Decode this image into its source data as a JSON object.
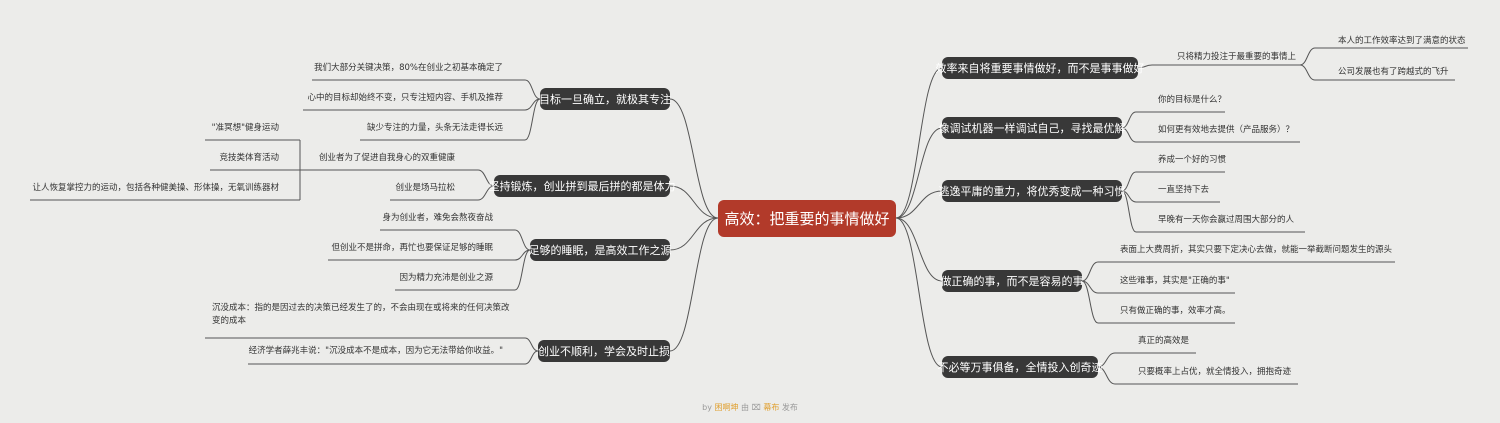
{
  "root": "高效：把重要的事情做好",
  "left": [
    {
      "label": "目标一旦确立，就极其专注",
      "children": [
        "我们大部分关键决策，80%在创业之初基本确定了",
        "心中的目标却始终不变，只专注短内容、手机及推荐",
        "缺少专注的力量，头条无法走得长远"
      ]
    },
    {
      "label": "坚持锻炼，创业拼到最后拼的都是体力",
      "children": [
        "创业者为了促进自我身心的双重健康",
        "创业是场马拉松"
      ],
      "grandchildren": [
        "\"准冥想\"健身运动",
        "竞技类体育活动",
        "让人恢复掌控力的运动，包括各种健美操、形体操，无氧训练器材"
      ]
    },
    {
      "label": "足够的睡眠，是高效工作之源",
      "children": [
        "身为创业者，难免会熬夜奋战",
        "但创业不是拼命，再忙也要保证足够的睡眠",
        "因为精力充沛是创业之源"
      ]
    },
    {
      "label": "创业不顺利，学会及时止损",
      "children": [
        "沉没成本：指的是因过去的决策已经发生了的，不会由现在或将来的任何决策改变的成本",
        "经济学者薛兆丰说：\"沉没成本不是成本，因为它无法带给你收益。\""
      ]
    }
  ],
  "right": [
    {
      "label": "效率来自将重要事情做好，而不是事事做好",
      "children": [
        "只将精力投注于最重要的事情上"
      ],
      "grandchildren": [
        "本人的工作效率达到了满意的状态",
        "公司发展也有了跨越式的飞升"
      ]
    },
    {
      "label": "像调试机器一样调试自己，寻找最优解",
      "children": [
        "你的目标是什么？",
        "如何更有效地去提供（产品服务）？"
      ]
    },
    {
      "label": "逃逸平庸的重力，将优秀变成一种习惯",
      "children": [
        "养成一个好的习惯",
        "一直坚持下去",
        "早晚有一天你会赢过周围大部分的人"
      ]
    },
    {
      "label": "做正确的事，而不是容易的事",
      "children": [
        "表面上大费周折，其实只要下定决心去做，就能一举截断问题发生的源头",
        "这些难事，其实是\"正确的事\"",
        "只有做正确的事，效率才高。"
      ]
    },
    {
      "label": "不必等万事俱备，全情投入创奇迹",
      "children": [
        "真正的高效是",
        "只要概率上占优，就全情投入，拥抱奇迹"
      ]
    }
  ],
  "footer": {
    "by": "by",
    "author": "困啊坤",
    "mid": "由",
    "brand": "幕布",
    "end": "发布"
  },
  "colors": {
    "root": "#b23a2a",
    "node": "#383838",
    "line": "#555555",
    "background": "#ececea"
  }
}
